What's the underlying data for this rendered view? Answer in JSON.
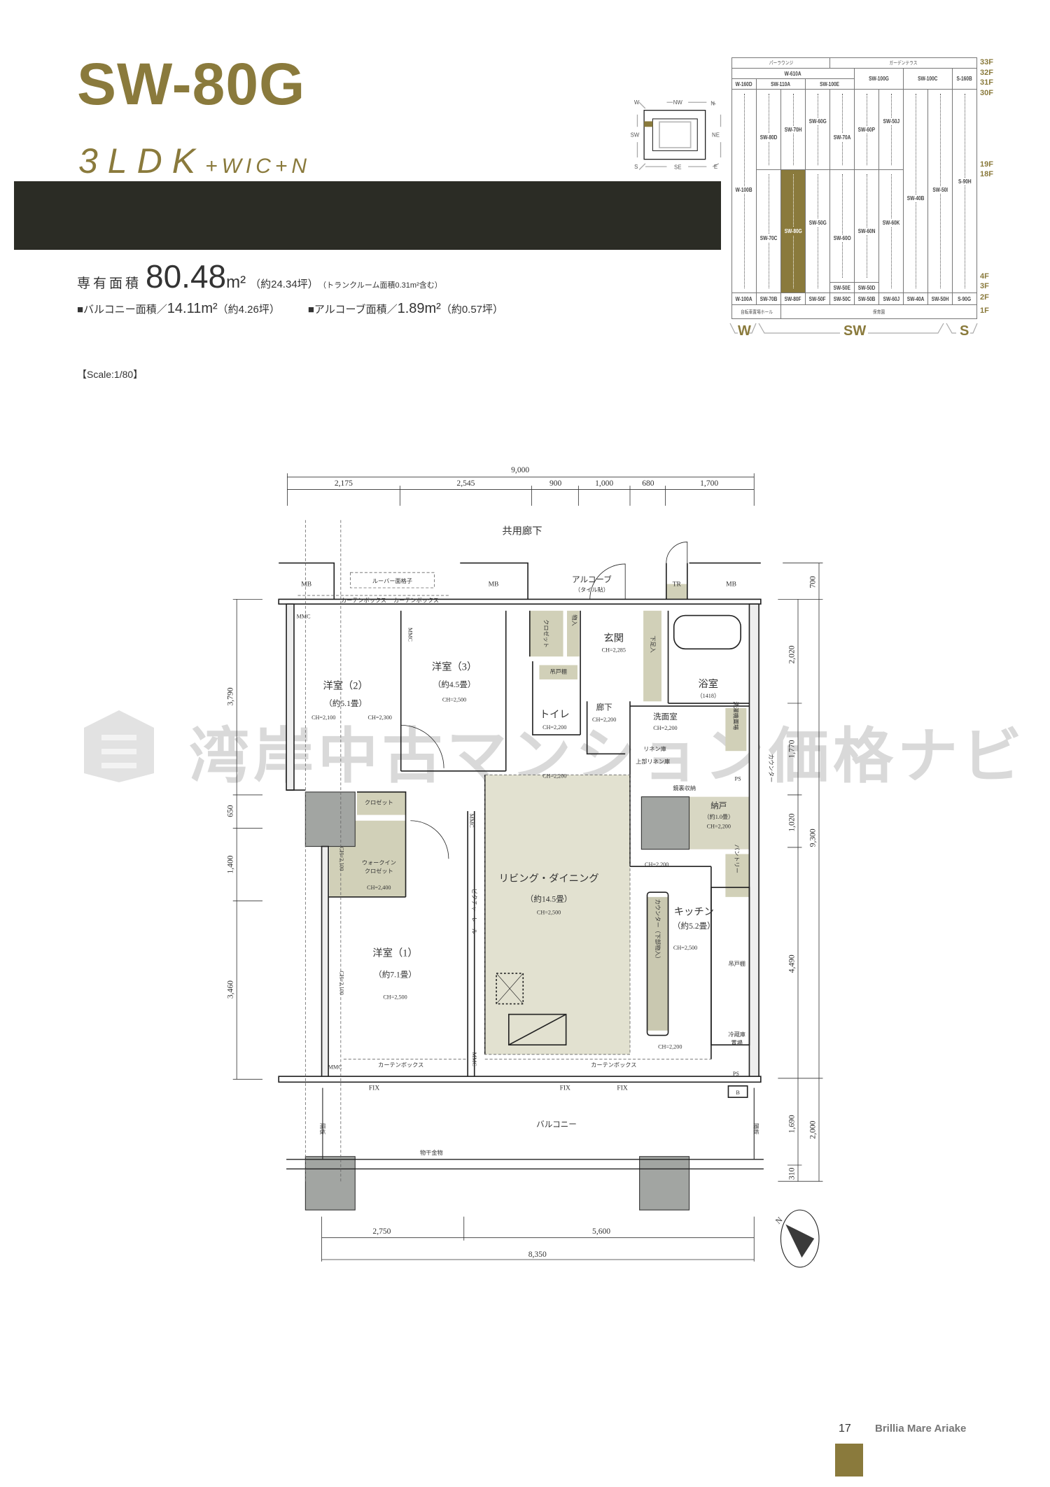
{
  "header": {
    "unit_code": "SW-80G",
    "layout_type": "3LDK",
    "layout_suffix": "+WIC+N"
  },
  "areas": {
    "exclusive_label": "専有面積",
    "exclusive_value": "80.48",
    "exclusive_unit": "m²",
    "exclusive_tsubo": "（約24.34坪）",
    "exclusive_note": "（トランクルーム面積0.31m²含む）",
    "balcony_label": "■バルコニー面積／",
    "balcony_value": "14.11m²",
    "balcony_tsubo": "（約4.26坪）",
    "alcove_label": "■アルコーブ面積／",
    "alcove_value": "1.89m²",
    "alcove_tsubo": "（約0.57坪）"
  },
  "scale": "【Scale:1/80】",
  "orientation": {
    "w": "W",
    "nw": "NW",
    "n": "N",
    "sw": "SW",
    "ne": "NE",
    "s": "S",
    "se": "SE",
    "e": "E"
  },
  "building": {
    "top_sections": [
      "パーラウンジ",
      "ガーデンテラス"
    ],
    "units_upper": [
      "W-610A",
      "W-160D",
      "SW-110A",
      "SW-100E",
      "SW-100G",
      "SW-100C",
      "S-160B"
    ],
    "units_mid": [
      "W-100B",
      "SW-80D",
      "SW-70C",
      "SW-70H",
      "SW-80G",
      "SW-60G",
      "SW-50G",
      "SW-70A",
      "SW-60O",
      "SW-50E",
      "SW-60P",
      "SW-60N",
      "SW-50D",
      "SW-50J",
      "SW-60K",
      "SW-40B",
      "SW-50I",
      "S-90H"
    ],
    "units_2f": [
      "W-100A",
      "SW-70B",
      "SW-80F",
      "SW-50F",
      "SW-50C",
      "SW-50B",
      "SW-60J",
      "SW-40A",
      "SW-50H",
      "S-90G"
    ],
    "first_floor": [
      "自転車置場ホール",
      "保育園"
    ],
    "floors": [
      "33F",
      "32F",
      "31F",
      "30F",
      "19F",
      "18F",
      "4F",
      "3F",
      "2F",
      "1F"
    ],
    "wings": [
      "W",
      "SW",
      "S"
    ],
    "highlighted_unit": "SW-80G"
  },
  "plan": {
    "dims_top_total": "9,000",
    "dims_top": [
      "2,175",
      "2,545",
      "900",
      "1,000",
      "680",
      "1,700"
    ],
    "dims_right_inner": [
      "2,020",
      "1,770",
      "1,020",
      "4,490",
      "1,690",
      "310"
    ],
    "dims_right_outer": [
      "700",
      "9,300",
      "2,000"
    ],
    "dims_left": [
      "3,790",
      "650",
      "1,400",
      "3,460"
    ],
    "dims_bottom": [
      "2,750",
      "5,600"
    ],
    "dims_bottom_total": "8,350",
    "corridor": "共用廊下",
    "alcove": "アルコーブ",
    "alcove_note": "（タイル貼）",
    "mb": "MB",
    "tr": "TR",
    "louver": "ルーバー面格子",
    "curtain_box": "カーテンボックス",
    "mmc": "MMC",
    "room2": {
      "name": "洋室（2）",
      "size": "（約5.1畳）",
      "ch_a": "CH=2,100",
      "ch_b": "CH=2,300"
    },
    "room3": {
      "name": "洋室（3）",
      "size": "（約4.5畳）",
      "ch": "CH=2,500"
    },
    "closet": "クロゼット",
    "storage": "物入",
    "entrance": {
      "name": "玄関",
      "ch": "CH=2,285"
    },
    "shoe": "下足入",
    "bath": {
      "name": "浴室",
      "size": "（1418）"
    },
    "toilet": {
      "name": "トイレ",
      "ch": "CH=2,200"
    },
    "hanging_shelf": "吊戸棚",
    "hall": {
      "name": "廊下",
      "ch": "CH=2,200"
    },
    "washroom": {
      "name": "洗面室",
      "ch": "CH=2,200"
    },
    "washer": "洗濯機置場",
    "linen": "リネン庫",
    "upper_linen": "上部リネン庫",
    "mirror": "鏡裏収納",
    "ps": "PS",
    "counter": "カウンター",
    "ch_2200": "CH=2,200",
    "nando": {
      "name": "納戸",
      "size": "（約1.0畳）",
      "ch": "CH=2,200"
    },
    "wic": {
      "name1": "ウォークイン",
      "name2": "クロゼット",
      "ch": "CH=2,400",
      "ch_side": "CH=2,100"
    },
    "pantry": "パントリー",
    "ld": {
      "name": "リビング・ダイニング",
      "size": "（約14.5畳）",
      "ch": "CH=2,500"
    },
    "kitchen": {
      "name": "キッチン",
      "size": "（約5.2畳）",
      "ch": "CH=2,500"
    },
    "kitchen_counter": "カウンター（下部物入）",
    "picture_rail": "ピクチャーレール",
    "room1": {
      "name": "洋室（1）",
      "size": "（約7.1畳）",
      "ch": "CH=2,500",
      "ch_side": "CH=2,100"
    },
    "fridge1": "冷蔵庫",
    "fridge2": "置場",
    "fix": "FIX",
    "b": "B",
    "balcony": "バルコニー",
    "partition": "隔板",
    "laundry_hardware": "物干金物",
    "north": "N"
  },
  "watermark": "湾岸中古マンション価格ナビ",
  "footer": {
    "page": "17",
    "brand": "Brillia Mare Ariake"
  },
  "colors": {
    "accent_gold": "#8a7a3c",
    "bar_dark": "#2b2c25",
    "room_fill": "#d8d7c3",
    "column_gray": "#a2a5a2"
  }
}
